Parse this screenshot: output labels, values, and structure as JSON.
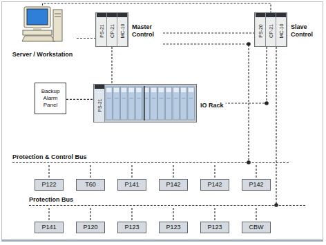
{
  "diagram": {
    "nodes": [
      {
        "text": [
          "Server / Workstation"
        ]
      },
      {
        "text": [
          "PS-21",
          "CP-21",
          "MC-10",
          "Master Control"
        ]
      },
      {
        "text": [
          "PS-20",
          "CP-21",
          "MC-10",
          "Slave Control"
        ]
      },
      {
        "text": [
          "Backup Alarm Panel"
        ]
      },
      {
        "text": [
          "PS-21",
          "IO Rack"
        ]
      },
      {
        "text": [
          "Protection & Control Bus"
        ]
      },
      {
        "text": [
          "P122"
        ]
      },
      {
        "text": [
          "T60"
        ]
      },
      {
        "text": [
          "P141"
        ]
      },
      {
        "text": [
          "P142"
        ]
      },
      {
        "text": [
          "P142"
        ]
      },
      {
        "text": [
          "P142"
        ]
      },
      {
        "text": [
          "Protection Bus"
        ]
      },
      {
        "text": [
          "P141"
        ]
      },
      {
        "text": [
          "P120"
        ]
      },
      {
        "text": [
          "P123"
        ]
      },
      {
        "text": [
          "P123"
        ]
      },
      {
        "text": [
          "P123"
        ]
      },
      {
        "text": [
          "CBW"
        ]
      }
    ],
    "edges": [
      {
        "from": 0,
        "to": 1,
        "arrow": "none"
      },
      {
        "from": 0,
        "to": 2,
        "arrow": "none"
      },
      {
        "from": 1,
        "to": 2,
        "arrow": "none"
      },
      {
        "from": 1,
        "to": 4,
        "arrow": "none"
      },
      {
        "from": 3,
        "to": 4,
        "arrow": "none"
      },
      {
        "from": 1,
        "to": 5,
        "arrow": "none"
      },
      {
        "from": 2,
        "to": 12,
        "arrow": "none"
      },
      {
        "from": 2,
        "to": 4,
        "arrow": "none"
      },
      {
        "from": 5,
        "to": 6,
        "arrow": "none"
      },
      {
        "from": 5,
        "to": 7,
        "arrow": "none"
      },
      {
        "from": 5,
        "to": 8,
        "arrow": "none"
      },
      {
        "from": 5,
        "to": 9,
        "arrow": "none"
      },
      {
        "from": 5,
        "to": 10,
        "arrow": "none"
      },
      {
        "from": 5,
        "to": 11,
        "arrow": "none"
      },
      {
        "from": 12,
        "to": 13,
        "arrow": "none"
      },
      {
        "from": 12,
        "to": 14,
        "arrow": "none"
      },
      {
        "from": 12,
        "to": 15,
        "arrow": "none"
      },
      {
        "from": 12,
        "to": 16,
        "arrow": "none"
      },
      {
        "from": 12,
        "to": 17,
        "arrow": "none"
      },
      {
        "from": 12,
        "to": 18,
        "arrow": "none"
      }
    ]
  }
}
